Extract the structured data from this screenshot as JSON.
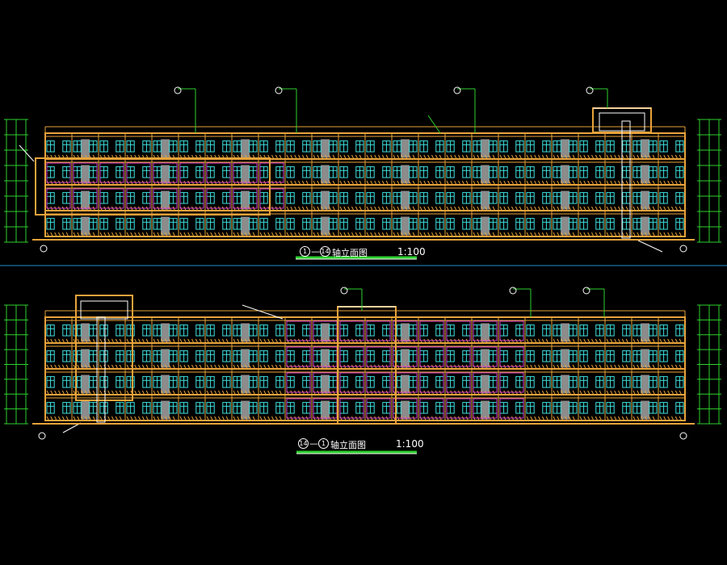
{
  "drawings": [
    {
      "axis_from": "1",
      "axis_to": "14",
      "title": "轴立面图",
      "scale": "1:100"
    },
    {
      "axis_from": "14",
      "axis_to": "1",
      "title": "轴立面图",
      "scale": "1:100"
    }
  ],
  "colors": {
    "background": "#000000",
    "wall": "#e8a33a",
    "window": "#3fe0e0",
    "magenta": "#d23cd2",
    "gray": "#8c8c8c",
    "leader": "#2ed12e",
    "dim": "#2ed12e",
    "rule": "#1e8fd0",
    "white": "#ffffff"
  }
}
